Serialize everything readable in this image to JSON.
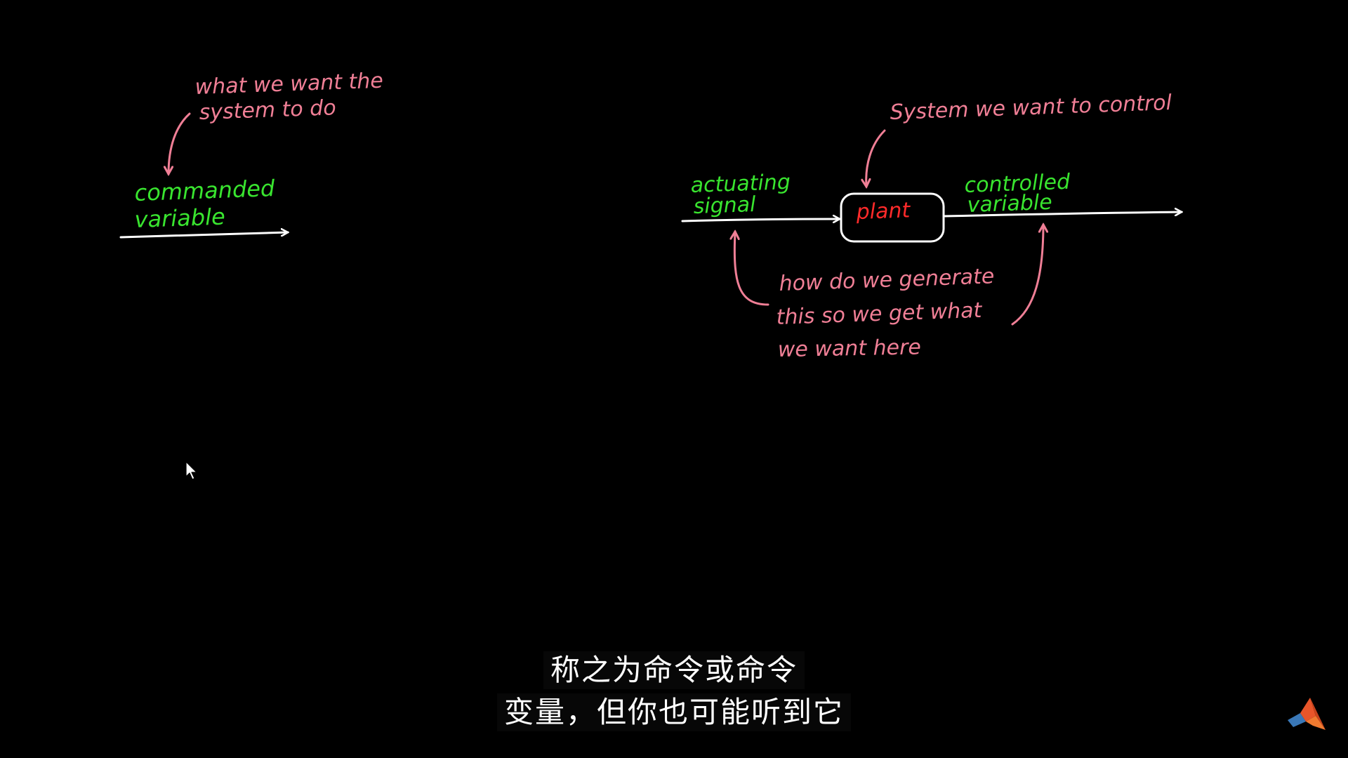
{
  "colors": {
    "background": "#000000",
    "annotation_pink": "#f07f96",
    "label_green": "#39e52f",
    "plant_red": "#ff2a2a",
    "line_white": "#ffffff"
  },
  "left_diagram": {
    "annotation_line1": "what we want the",
    "annotation_line2": "system to do",
    "label_line1": "commanded",
    "label_line2": "variable"
  },
  "right_diagram": {
    "top_annotation": "System we want to control",
    "input_label_line1": "actuating",
    "input_label_line2": "signal",
    "block_label": "plant",
    "output_label_line1": "controlled",
    "output_label_line2": "variable",
    "bottom_annotation_line1": "how do we generate",
    "bottom_annotation_line2": "this so we get what",
    "bottom_annotation_line3": "we want here"
  },
  "subtitles": {
    "line1": "称之为命令或命令",
    "line2": "变量，但你也可能听到它"
  },
  "icons": {
    "cursor": "mouse-pointer-icon",
    "logo": "matlab-logo-icon"
  }
}
